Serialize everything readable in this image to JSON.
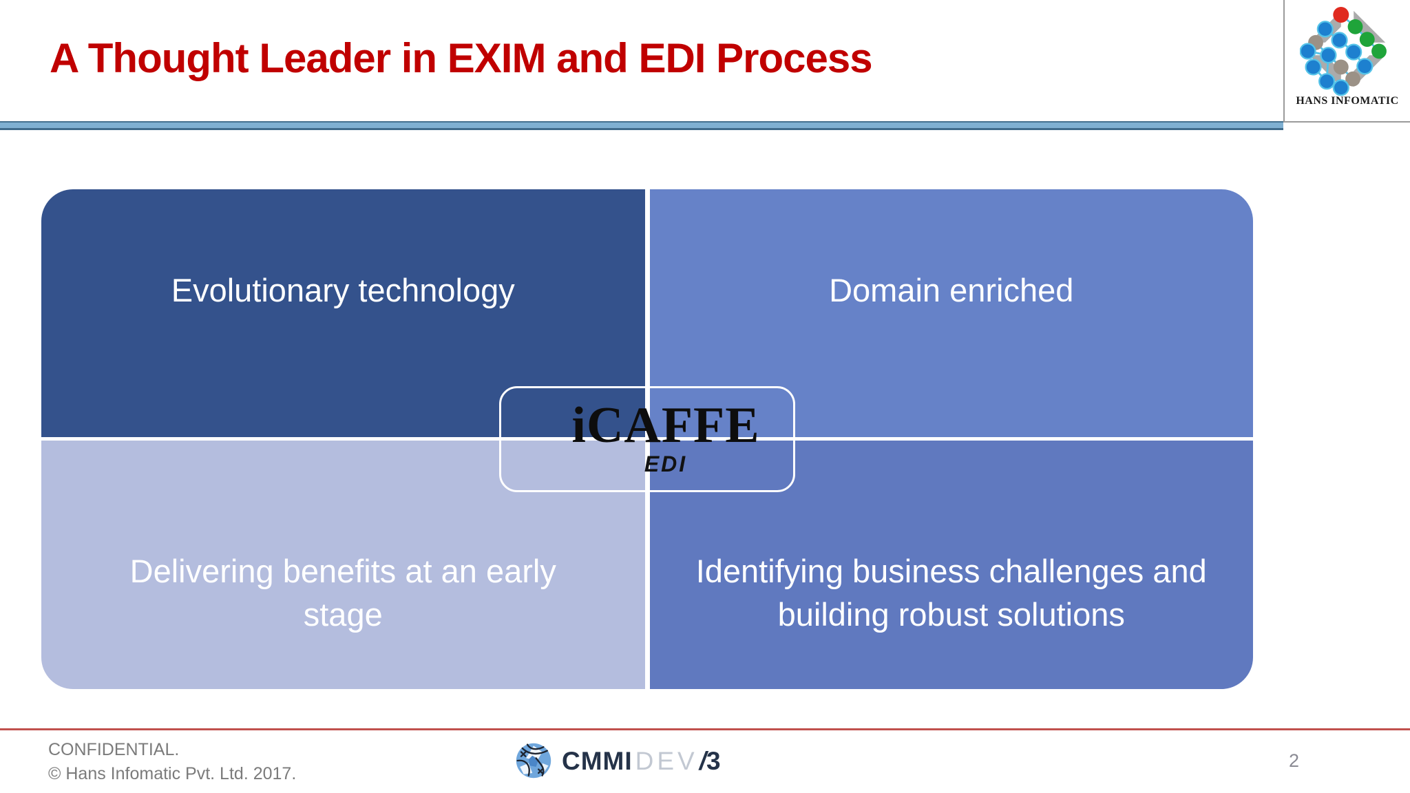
{
  "title": {
    "text": "A Thought Leader in EXIM and EDI Process",
    "color": "#C00000"
  },
  "header_logo": {
    "name": "HANS INFOMATIC",
    "icon": "hans-infomatic-dot-diamond"
  },
  "rules": {
    "header_blue": "#7FB0D2",
    "footer_red": "#C0504D"
  },
  "quadrants": [
    {
      "position": "top-left",
      "label": "Evolutionary technology",
      "color": "#34528C"
    },
    {
      "position": "top-right",
      "label": "Domain enriched",
      "color": "#6682C8"
    },
    {
      "position": "bottom-left",
      "label": "Delivering benefits at an early stage",
      "color": "#B4BDDE"
    },
    {
      "position": "bottom-right",
      "label": "Identifying business challenges and building robust solutions",
      "color": "#6079BF"
    }
  ],
  "center_badge": {
    "brand": "iCAFFE",
    "subtitle": "EDI"
  },
  "footer": {
    "line1": "CONFIDENTIAL.",
    "line2": "© Hans Infomatic Pvt. Ltd. 2017.",
    "cmmi": {
      "icon": "globe",
      "brand": "CMMI",
      "suffix": "DEV",
      "slash": "/",
      "level": "3"
    },
    "page_number": "2"
  }
}
